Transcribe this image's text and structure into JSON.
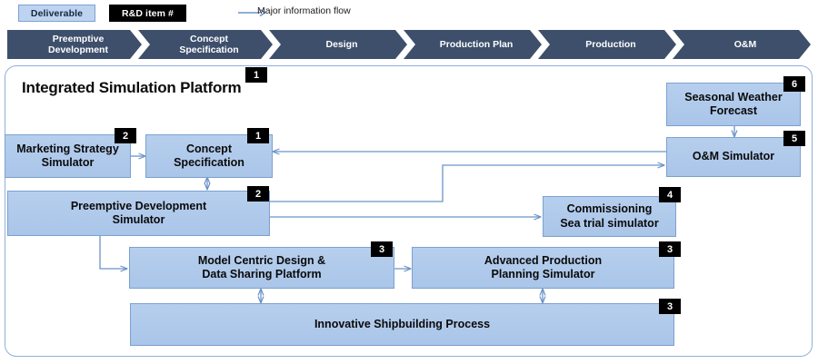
{
  "legend": {
    "deliverable_label": "Deliverable",
    "rnd_label": "R&D item #",
    "flow_label": "Major information flow"
  },
  "phase_bar": {
    "phases": [
      {
        "label": "Preemptive\nDevelopment"
      },
      {
        "label": "Concept\nSpecification"
      },
      {
        "label": "Design"
      },
      {
        "label": "Production Plan"
      },
      {
        "label": "Production"
      },
      {
        "label": "O&M"
      }
    ]
  },
  "platform": {
    "title": "Integrated Simulation Platform",
    "badge": "1"
  },
  "nodes": [
    {
      "id": "marketing-strategy-simulator",
      "label": "Marketing Strategy\nSimulator",
      "badge": "2"
    },
    {
      "id": "concept-specification",
      "label": "Concept\nSpecification",
      "badge": "1"
    },
    {
      "id": "seasonal-weather-forecast",
      "label": "Seasonal Weather\nForecast",
      "badge": "6"
    },
    {
      "id": "om-simulator",
      "label": "O&M Simulator",
      "badge": "5"
    },
    {
      "id": "preemptive-development-simulator",
      "label": "Preemptive Development\nSimulator",
      "badge": "2"
    },
    {
      "id": "commissioning-sea-trial-simulator",
      "label": "Commissioning\nSea trial simulator",
      "badge": "4"
    },
    {
      "id": "model-centric-design-platform",
      "label": "Model Centric Design &\nData Sharing Platform",
      "badge": "3"
    },
    {
      "id": "advanced-production-planning-simulator",
      "label": "Advanced Production\nPlanning Simulator",
      "badge": "3"
    },
    {
      "id": "innovative-shipbuilding-process",
      "label": "Innovative Shipbuilding Process",
      "badge": "3"
    }
  ],
  "colors": {
    "chevron": "#3d4f6b",
    "node_fill": "#b0c9eb",
    "node_border": "#7ba1d1",
    "arrow": "#6b93c7",
    "badge_bg": "#000000",
    "container_border": "#8fb0d9"
  },
  "chart_data": {
    "type": "diagram",
    "title": "Integrated Simulation Platform",
    "edges": [
      {
        "from": "marketing-strategy-simulator",
        "to": "concept-specification",
        "style": "arrow"
      },
      {
        "from": "concept-specification",
        "to": "preemptive-development-simulator",
        "style": "double-arrow"
      },
      {
        "from": "om-simulator",
        "to": "concept-specification",
        "style": "arrow"
      },
      {
        "from": "preemptive-development-simulator",
        "to": "om-simulator",
        "style": "arrow"
      },
      {
        "from": "preemptive-development-simulator",
        "to": "commissioning-sea-trial-simulator",
        "style": "arrow"
      },
      {
        "from": "preemptive-development-simulator",
        "to": "model-centric-design-platform",
        "style": "arrow"
      },
      {
        "from": "seasonal-weather-forecast",
        "to": "om-simulator",
        "style": "arrow"
      },
      {
        "from": "model-centric-design-platform",
        "to": "advanced-production-planning-simulator",
        "style": "arrow"
      },
      {
        "from": "model-centric-design-platform",
        "to": "innovative-shipbuilding-process",
        "style": "double-arrow"
      },
      {
        "from": "advanced-production-planning-simulator",
        "to": "innovative-shipbuilding-process",
        "style": "double-arrow"
      }
    ]
  }
}
